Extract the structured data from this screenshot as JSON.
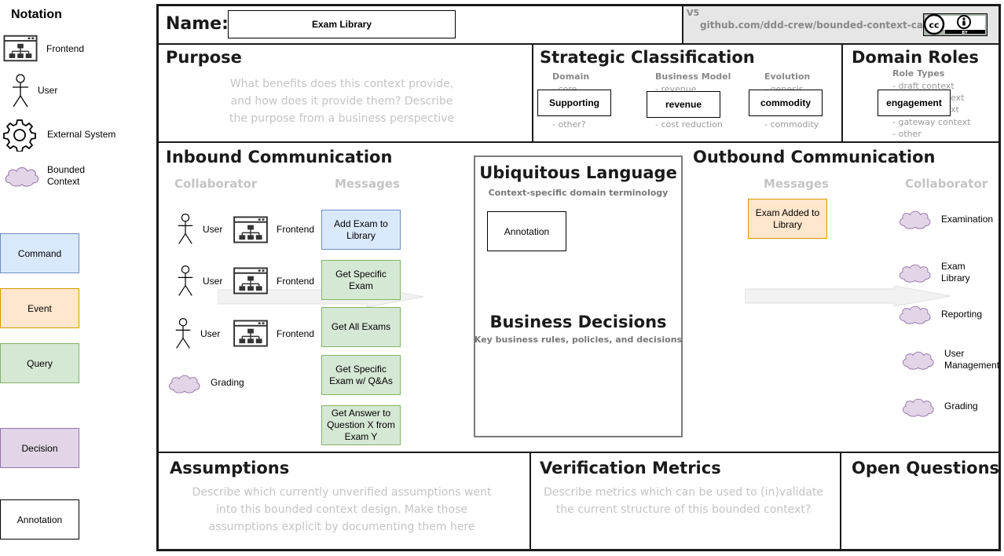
{
  "notation": {
    "title": "Notation",
    "items": [
      {
        "label": "Frontend",
        "icon": "frontend-icon"
      },
      {
        "label": "User",
        "icon": "user-icon"
      },
      {
        "label": "External System",
        "icon": "gear-icon"
      },
      {
        "label": "Bounded Context",
        "icon": "cloud-icon"
      }
    ],
    "swatches": {
      "command": "Command",
      "event": "Event",
      "query": "Query",
      "decision": "Decision",
      "annotation": "Annotation"
    }
  },
  "header": {
    "name_label": "Name:",
    "name_value": "Exam Library",
    "version": "V5",
    "repo": "github.com/ddd-crew/bounded-context-canvas",
    "license_icon": "cc-by-icon"
  },
  "purpose": {
    "title": "Purpose",
    "hint": "What benefits does this context provide, and how does it provide them? Describe the purpose from a business perspective"
  },
  "strategic": {
    "title": "Strategic Classification",
    "domain": {
      "heading": "Domain",
      "top": "- core",
      "selected": "Supporting",
      "bottom": "- other?"
    },
    "business_model": {
      "heading": "Business Model",
      "top": "- revenue",
      "selected": "revenue",
      "bottom": "- cost reduction"
    },
    "evolution": {
      "heading": "Evolution",
      "top": "- genesis",
      "selected": "commodity",
      "bottom": "- commodity"
    }
  },
  "domain_roles": {
    "title": "Domain Roles",
    "heading": "Role Types",
    "items": [
      "- draft context",
      "ext",
      "xt",
      "- gateway context",
      "- other"
    ],
    "selected": "engagement"
  },
  "inbound": {
    "title": "Inbound Communication",
    "collaborator_heading": "Collaborator",
    "messages_heading": "Messages",
    "collaborators": [
      {
        "user": "User",
        "frontend": "Frontend"
      },
      {
        "user": "User",
        "frontend": "Frontend"
      },
      {
        "user": "User",
        "frontend": "Frontend"
      },
      {
        "context": "Grading"
      }
    ],
    "messages": [
      {
        "type": "command",
        "text": "Add Exam to Library"
      },
      {
        "type": "query",
        "text": "Get Specific Exam"
      },
      {
        "type": "query",
        "text": "Get All Exams"
      },
      {
        "type": "query",
        "text": "Get Specific Exam w/ Q&As"
      },
      {
        "type": "query",
        "text": "Get Answer to Question X from Exam Y"
      }
    ]
  },
  "ubiquitous": {
    "title": "Ubiquitous Language",
    "subtitle": "Context-specific domain terminology",
    "annotation": "Annotation"
  },
  "decisions": {
    "title": "Business Decisions",
    "subtitle": "Key business rules, policies, and decisions"
  },
  "outbound": {
    "title": "Outbound Communication",
    "messages_heading": "Messages",
    "collaborator_heading": "Collaborator",
    "messages": [
      {
        "type": "event",
        "text": "Exam Added to Library"
      }
    ],
    "collaborators": [
      "Examination",
      "Exam Library",
      "Reporting",
      "User Management",
      "Grading"
    ]
  },
  "assumptions": {
    "title": "Assumptions",
    "hint": "Describe which currently unverified assumptions went into this bounded context design. Make those assumptions explicit by documenting them here"
  },
  "metrics": {
    "title": "Verification Metrics",
    "hint": "Describe metrics which can be used to (in)validate the current structure of this bounded context?"
  },
  "questions": {
    "title": "Open Questions"
  }
}
